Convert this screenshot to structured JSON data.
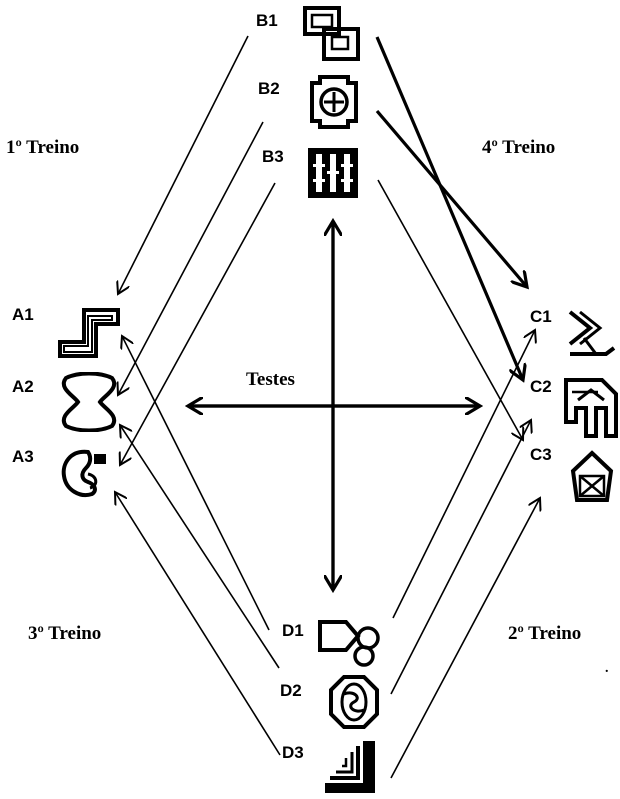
{
  "phases": {
    "first": "1º Treino",
    "second": "2º Treino",
    "third": "3º Treino",
    "fourth": "4º Treino"
  },
  "center": {
    "tests": "Testes"
  },
  "nodes": {
    "A1": "A1",
    "A2": "A2",
    "A3": "A3",
    "B1": "B1",
    "B2": "B2",
    "B3": "B3",
    "C1": "C1",
    "C2": "C2",
    "C3": "C3",
    "D1": "D1",
    "D2": "D2",
    "D3": "D3"
  },
  "stray_mark": "."
}
